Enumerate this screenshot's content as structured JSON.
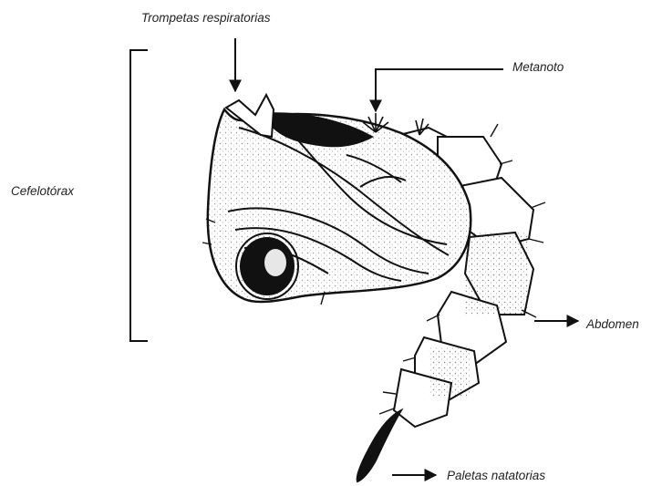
{
  "labels": {
    "trompetas": "Trompetas respiratorias",
    "metanoto": "Metanoto",
    "cefalotorax": "Cefelotórax",
    "abdomen": "Abdomen",
    "paletas": "Paletas natatorias"
  },
  "colors": {
    "ink": "#111111",
    "paper": "#ffffff",
    "label": "#222222"
  }
}
